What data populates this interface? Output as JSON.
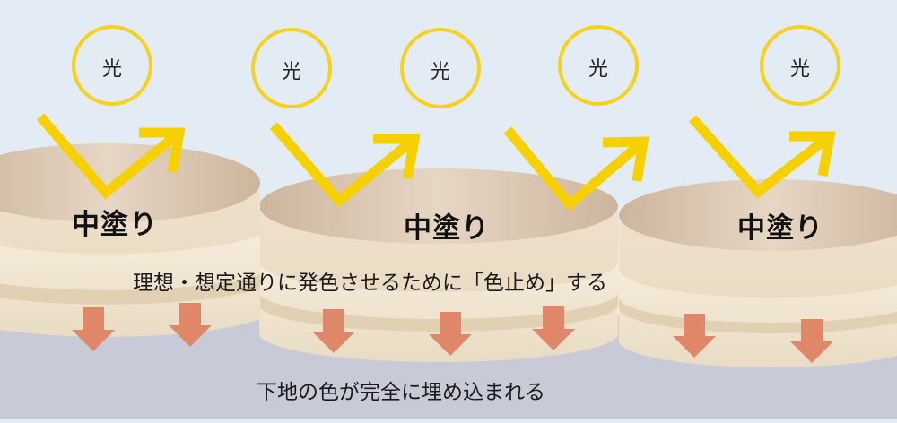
{
  "light_label": "光",
  "layer_label": "中塗り",
  "caption_middle": "理想・想定通りに発色させるために「色止め」する",
  "caption_bottom": "下地の色が完全に埋め込まれる",
  "colors": {
    "sky": "#e3ecf4",
    "ground": "#c9cad8",
    "sun_ring": "#f6d21e",
    "light_arrow": "#f6d000",
    "disk_top": "#ddc9b3",
    "disk_side": "#efe2cc",
    "down_arrow": "#e0876a"
  }
}
